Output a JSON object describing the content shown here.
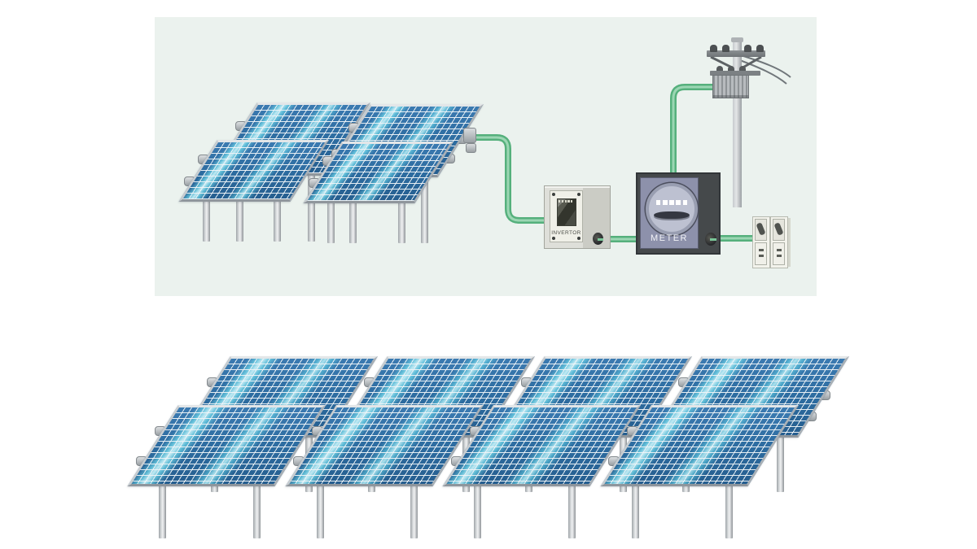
{
  "scene": {
    "title": "solar power system diagram",
    "labels": {
      "inverter": "INVERTOR",
      "meter": "METER"
    },
    "meter": {
      "indicator_squares": 5
    },
    "inverter": {
      "display_dots": 5
    },
    "solar": {
      "top_cluster_count": 4,
      "bottom_cluster_count": 8
    },
    "colors": {
      "background": "#ffffff",
      "diagram_panel": "#ebf2ee",
      "wire": "#55b07c",
      "wire_highlight": "#9bd6b3",
      "panel_cell": "#2c6b9f",
      "panel_streak": "#7fd9e8",
      "panel_frame": "#c9cdd0",
      "meter_face": "#8d91ab",
      "meter_body": "#45494b",
      "inverter_body": "#dedfd9",
      "pole": "#c6cacd",
      "outlet": "#f3f3ec"
    }
  }
}
